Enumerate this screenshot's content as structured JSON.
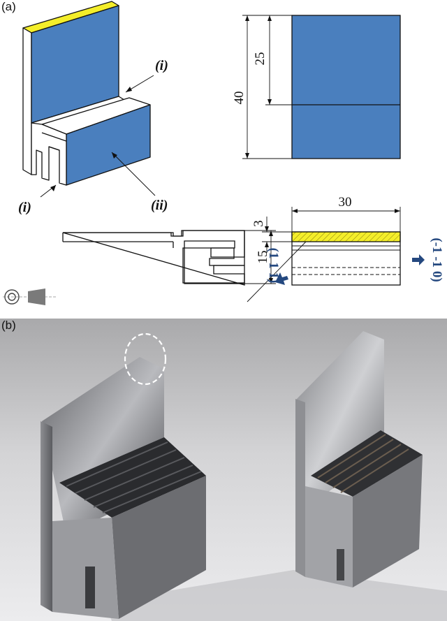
{
  "panels": {
    "a": {
      "label": "(a)"
    },
    "b": {
      "label": "(b)"
    }
  },
  "callouts": {
    "i_top": "(i)",
    "i_bottom": "(i)",
    "ii": "(ii)"
  },
  "dimensions": {
    "height_total": "40",
    "height_upper": "25",
    "width": "30",
    "thickness": "3",
    "profile_depth": "15"
  },
  "orientations": {
    "left": "(1 1 1)",
    "right": "(-1 -1 0)"
  },
  "colors": {
    "face_blue": "#4a7fbe",
    "top_yellow": "#f4ee2a",
    "miller_text": "#24487f",
    "photo_bg": "#cfcfcf"
  }
}
